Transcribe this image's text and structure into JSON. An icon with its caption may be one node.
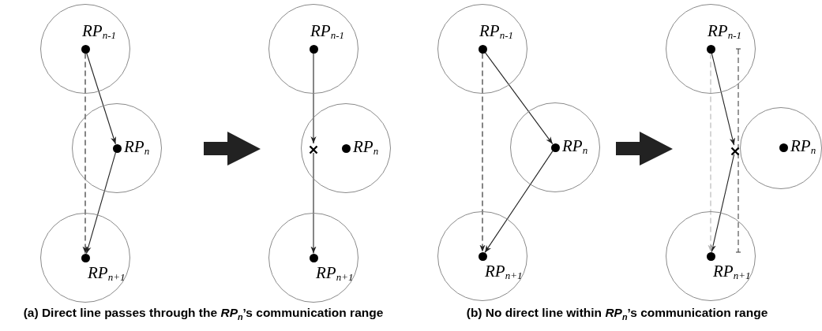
{
  "diagram": {
    "nodes": [
      {
        "text": [],
        "shape": "circle"
      },
      {
        "text": [],
        "shape": "circle",
        "in": 0,
        "beside": [
          "RP$_{n-1}$"
        ]
      },
      {
        "text": [],
        "shape": "circle"
      },
      {
        "text": [],
        "shape": "circle",
        "in": 2,
        "beside": [
          "RP$_{n}$"
        ]
      },
      {
        "text": [],
        "shape": "circle"
      },
      {
        "text": [],
        "shape": "circle",
        "in": 4,
        "beside": [
          "RP$_{n+1}$"
        ]
      },
      {
        "text": [],
        "shape": "circle"
      },
      {
        "text": [],
        "shape": "circle",
        "in": 6,
        "beside": [
          "RP$_{n-1}$"
        ]
      },
      {
        "text": [],
        "shape": "circle"
      },
      {
        "text": [],
        "shape": "cross",
        "in": 8
      },
      {
        "text": [],
        "shape": "circle",
        "in": 8,
        "beside": [
          "RP$_{n}$"
        ]
      },
      {
        "text": [],
        "shape": "circle"
      },
      {
        "text": [],
        "shape": "circle",
        "in": 11,
        "beside": [
          "RP$_{n+1}$"
        ]
      },
      {
        "text": [],
        "shape": "circle"
      },
      {
        "text": [],
        "shape": "circle",
        "in": 13,
        "beside": [
          "RP$_{n-1}$"
        ]
      },
      {
        "text": [],
        "shape": "circle"
      },
      {
        "text": [],
        "shape": "circle",
        "in": 15,
        "beside": [
          "RP$_{n}$"
        ]
      },
      {
        "text": [],
        "shape": "circle"
      },
      {
        "text": [],
        "shape": "circle",
        "in": 17,
        "beside": [
          "RP$_{n+1}$"
        ]
      },
      {
        "text": [],
        "shape": "circle"
      },
      {
        "text": [],
        "shape": "circle",
        "in": 19,
        "beside": [
          "RP$_{n-1}$"
        ]
      },
      {
        "text": [],
        "shape": "cross"
      },
      {
        "text": [],
        "shape": "circle"
      },
      {
        "text": [],
        "shape": "circle",
        "in": 22,
        "beside": [
          "RP$_{n}$"
        ]
      },
      {
        "text": [],
        "shape": "circle"
      },
      {
        "text": [],
        "shape": "circle",
        "in": 24,
        "beside": [
          "RP$_{n+1}$"
        ]
      }
    ],
    "edges": [
      {
        "from": 1,
        "to": 3,
        "arrow": "to"
      },
      {
        "from": 3,
        "to": 5,
        "arrow": "to"
      },
      {
        "from": 1,
        "to": 5,
        "arrow": "to",
        "style": "dashed"
      },
      {
        "from": 7,
        "to": 9,
        "arrow": "to"
      },
      {
        "from": 9,
        "to": 12,
        "arrow": "to"
      },
      {
        "from": 14,
        "to": 16,
        "arrow": "to"
      },
      {
        "from": 16,
        "to": 18,
        "arrow": "to"
      },
      {
        "from": 14,
        "to": 18,
        "arrow": "to",
        "style": "dashed"
      },
      {
        "from": 20,
        "to": 21,
        "arrow": "to"
      },
      {
        "from": 21,
        "to": 25,
        "arrow": "to"
      },
      {
        "from": 20,
        "to": 25,
        "arrow": "to",
        "style": "dashed",
        "color": "#b4b4b4"
      }
    ],
    "labels": [
      "(a) Direct line passes through the *RP*$_{n}$’s communication range",
      "(b) No direct line within *RP*$_{n}$’s communication range"
    ]
  }
}
